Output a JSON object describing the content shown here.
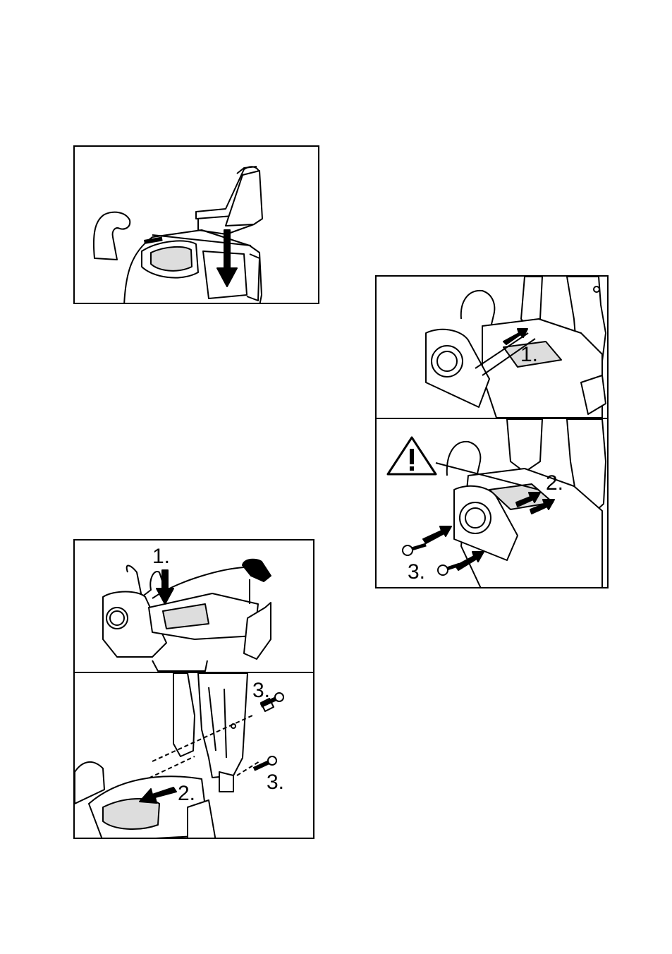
{
  "figure_a": {
    "icons": [
      "handle-icon",
      "arrow-down-icon",
      "machine-body-icon"
    ]
  },
  "figure_b": {
    "top": {
      "step": "1."
    },
    "bottom": {
      "steps": [
        "3.",
        "3.",
        "2."
      ]
    }
  },
  "figure_c": {
    "top": {
      "step": "1."
    },
    "bottom": {
      "steps": [
        "2.",
        "3."
      ],
      "icons": [
        "warning-triangle-icon",
        "screw-icon",
        "arrow-icon"
      ]
    }
  }
}
